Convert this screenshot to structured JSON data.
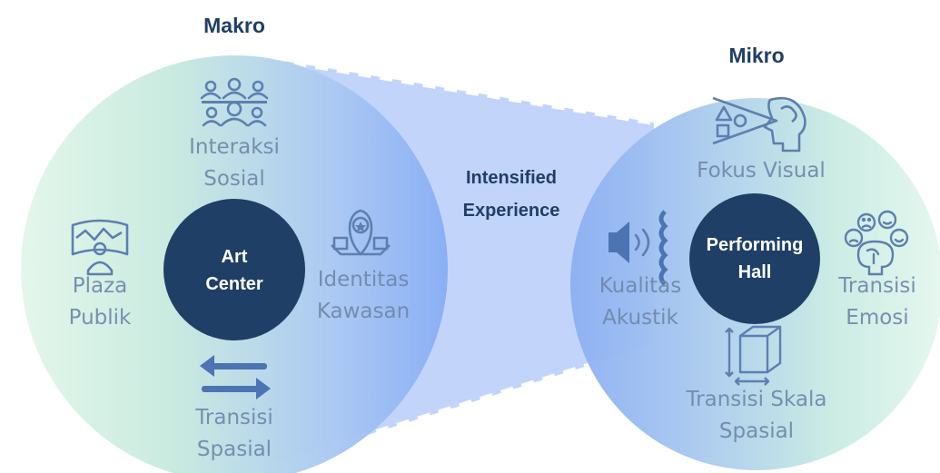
{
  "makro": {
    "heading": "Makro",
    "center": [
      "Art",
      "Center"
    ],
    "items": {
      "interaksi_sosial": [
        "Interaksi",
        "Sosial"
      ],
      "plaza_publik": [
        "Plaza",
        "Publik"
      ],
      "identitas_kawasan": [
        "Identitas",
        "Kawasan"
      ],
      "transisi_spasial": [
        "Transisi",
        "Spasial"
      ]
    },
    "icons": [
      "people-group-icon",
      "panorama-person-icon",
      "location-pin-box-icon",
      "two-way-arrows-icon"
    ]
  },
  "bridge": [
    "Intensified",
    "Experience"
  ],
  "mikro": {
    "heading": "Mikro",
    "center": [
      "Performing",
      "Hall"
    ],
    "items": {
      "fokus_visual": [
        "Fokus Visual"
      ],
      "kualitas_akustik": [
        "Kualitas",
        "Akustik"
      ],
      "transisi_emosi": [
        "Transisi",
        "Emosi"
      ],
      "transisi_skala_spasial": [
        "Transisi Skala",
        "Spasial"
      ]
    },
    "icons": [
      "head-eye-focus-icon",
      "speaker-sound-icon",
      "brain-emotions-icon",
      "cube-scale-icon"
    ]
  },
  "colors": {
    "dark_navy": "#1f3f66",
    "icon_blue": "#5d7fb0",
    "band_blue": "#b8cdfa",
    "circle_green": "#dff3ea",
    "circle_blue": "#8fb2f2"
  }
}
